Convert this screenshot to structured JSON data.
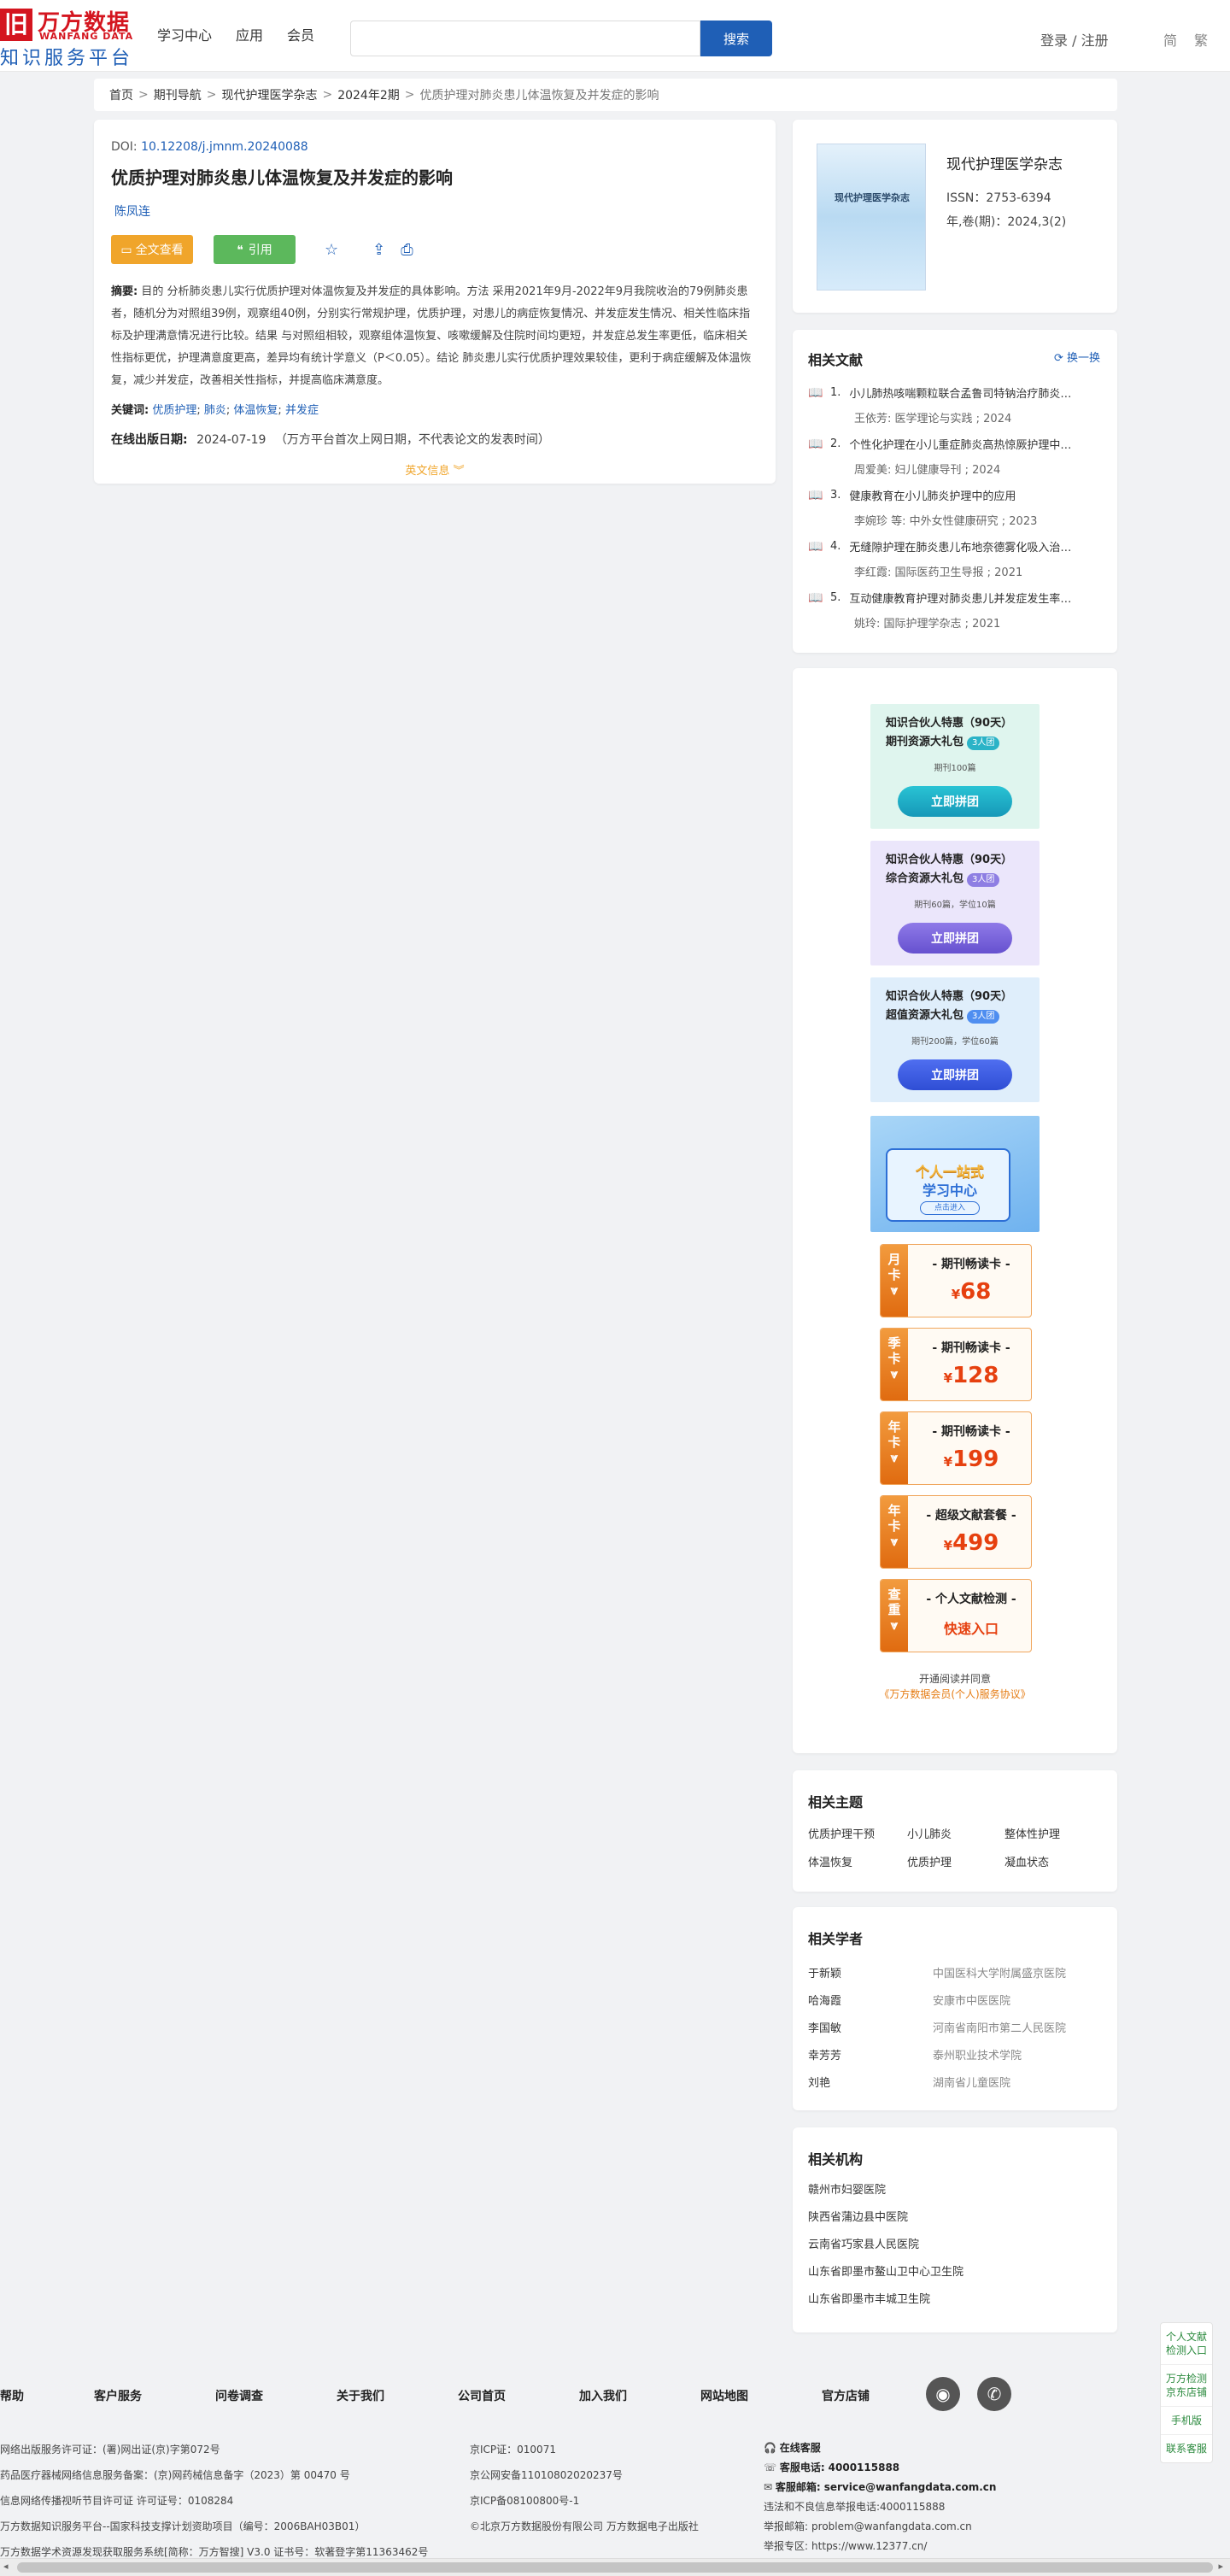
{
  "header": {
    "logo_mark": "旧",
    "logo_cn": "万方数据",
    "logo_en": "WANFANG DATA",
    "logo_sub": "知识服务平台",
    "nav": [
      "学习中心",
      "应用",
      "会员"
    ],
    "search_button": "搜索",
    "login": "登录 / 注册",
    "lang": [
      "简",
      "繁"
    ]
  },
  "breadcrumb": {
    "items": [
      "首页",
      "期刊导航",
      "现代护理医学杂志",
      "2024年2期"
    ],
    "current": "优质护理对肺炎患儿体温恢复及并发症的影响"
  },
  "article": {
    "doi_label": "DOI:",
    "doi": "10.12208/j.jmnm.20240088",
    "title": "优质护理对肺炎患儿体温恢复及并发症的影响",
    "author": "陈凤连",
    "fulltext_btn": "全文查看",
    "cite_btn": "引用",
    "abstract_label": "摘要:",
    "abstract": "目的  分析肺炎患儿实行优质护理对体温恢复及并发症的具体影响。方法  采用2021年9月-2022年9月我院收治的79例肺炎患者，随机分为对照组39例，观察组40例，分别实行常规护理，优质护理，对患儿的病症恢复情况、并发症发生情况、相关性临床指标及护理满意情况进行比较。结果  与对照组相较，观察组体温恢复、咳嗽缓解及住院时间均更短，并发症总发生率更低，临床相关性指标更优，护理满意度更高，差异均有统计学意义（P＜0.05）。结论  肺炎患儿实行优质护理效果较佳，更利于病症缓解及体温恢复，减少并发症，改善相关性指标，并提高临床满意度。",
    "keywords_label": "关键词:",
    "keywords": [
      "优质护理",
      "肺炎",
      "体温恢复",
      "并发症"
    ],
    "date_label": "在线出版日期:",
    "date": "2024-07-19",
    "date_note": "（万方平台首次上网日期，不代表论文的发表时间）",
    "more": "英文信息"
  },
  "journal": {
    "cover_text": "现代护理医学杂志",
    "name": "现代护理医学杂志",
    "issn": "ISSN：2753-6394",
    "volume": "年,卷(期)：2024,3(2)"
  },
  "related_docs": {
    "title": "相关文献",
    "swap": "换一换",
    "items": [
      {
        "num": "1.",
        "title": "小儿肺热咳喘颗粒联合孟鲁司特钠治疗肺炎…",
        "sub": "王依芳: 医学理论与实践 ; 2024"
      },
      {
        "num": "2.",
        "title": "个性化护理在小儿重症肺炎高热惊厥护理中…",
        "sub": "周爱美: 妇儿健康导刊 ; 2024"
      },
      {
        "num": "3.",
        "title": "健康教育在小儿肺炎护理中的应用",
        "sub": "李婉珍  等:  中外女性健康研究 ; 2023"
      },
      {
        "num": "4.",
        "title": "无缝隙护理在肺炎患儿布地奈德雾化吸入治…",
        "sub": "李红霞: 国际医药卫生导报 ; 2021"
      },
      {
        "num": "5.",
        "title": "互动健康教育护理对肺炎患儿并发症发生率…",
        "sub": "姚玲: 国际护理学杂志 ; 2021"
      }
    ]
  },
  "promos": {
    "packs": [
      {
        "l1": "知识合伙人特惠（90天）",
        "l2": "期刊资源大礼包",
        "tag": "3人团",
        "sub": "期刊100篇",
        "btn": "立即拼团"
      },
      {
        "l1": "知识合伙人特惠（90天）",
        "l2": "综合资源大礼包",
        "tag": "3人团",
        "sub": "期刊60篇，学位10篇",
        "btn": "立即拼团"
      },
      {
        "l1": "知识合伙人特惠（90天）",
        "l2": "超值资源大礼包",
        "tag": "3人团",
        "sub": "期刊200篇，学位60篇",
        "btn": "立即拼团"
      }
    ],
    "study": {
      "t1": "个人一站式",
      "t2": "学习中心",
      "t3": "点击进入"
    },
    "cards": [
      {
        "side": "月卡",
        "head": "- 期刊畅读卡 -",
        "price": "68"
      },
      {
        "side": "季卡",
        "head": "- 期刊畅读卡 -",
        "price": "128"
      },
      {
        "side": "年卡",
        "head": "- 期刊畅读卡 -",
        "price": "199"
      },
      {
        "side": "年卡",
        "head": "- 超级文献套餐 -",
        "price": "499"
      },
      {
        "side": "查重",
        "head": "- 个人文献检测 -",
        "quick": "快速入口"
      }
    ],
    "currency": "¥",
    "open_text": "开通阅读并同意",
    "agreement": "《万方数据会员(个人)服务协议》"
  },
  "topics": {
    "title": "相关主题",
    "items": [
      "优质护理干预",
      "小儿肺炎",
      "整体性护理",
      "体温恢复",
      "优质护理",
      "凝血状态"
    ]
  },
  "scholars": {
    "title": "相关学者",
    "items": [
      {
        "name": "于新颖",
        "org": "中国医科大学附属盛京医院"
      },
      {
        "name": "哈海霞",
        "org": "安康市中医医院"
      },
      {
        "name": "李国敏",
        "org": "河南省南阳市第二人民医院"
      },
      {
        "name": "幸芳芳",
        "org": "泰州职业技术学院"
      },
      {
        "name": "刘艳",
        "org": "湖南省儿童医院"
      }
    ]
  },
  "orgs": {
    "title": "相关机构",
    "items": [
      "赣州市妇婴医院",
      "陕西省蒲边县中医院",
      "云南省巧家县人民医院",
      "山东省即墨市鳌山卫中心卫生院",
      "山东省即墨市丰城卫生院"
    ]
  },
  "float": [
    "个人文献检测入口",
    "万方检测京东店铺",
    "手机版",
    "联系客服"
  ],
  "footer": {
    "nav": [
      "帮助",
      "客户服务",
      "问卷调查",
      "关于我们",
      "公司首页",
      "加入我们",
      "网站地图",
      "官方店铺"
    ],
    "col1": [
      "网络出版服务许可证：(署)网出证(京)字第072号",
      "药品医疗器械网络信息服务备案：(京)网药械信息备字（2023）第 00470 号",
      "信息网络传播视听节目许可证 许可证号：0108284",
      "万方数据知识服务平台--国家科技支撑计划资助项目（编号：2006BAH03B01）",
      "万方数据学术资源发现获取服务系统[简称：万方智搜] V3.0 证书号：软著登字第11363462号"
    ],
    "col2": [
      "京ICP证：010071",
      "京公网安备11010802020237号",
      "京ICP备08100800号-1",
      "©北京万方数据股份有限公司 万方数据电子出版社"
    ],
    "col3": [
      {
        "label": "在线客服",
        "value": ""
      },
      {
        "label": "客服电话:",
        "value": "4000115888"
      },
      {
        "label": "客服邮箱:",
        "value": "service@wanfangdata.com.cn"
      },
      {
        "label": "违法和不良信息举报电话:",
        "value": "4000115888"
      },
      {
        "label": "举报邮箱:",
        "value": "problem@wanfangdata.com.cn"
      },
      {
        "label": "举报专区:",
        "value": "https://www.12377.cn/"
      }
    ]
  }
}
